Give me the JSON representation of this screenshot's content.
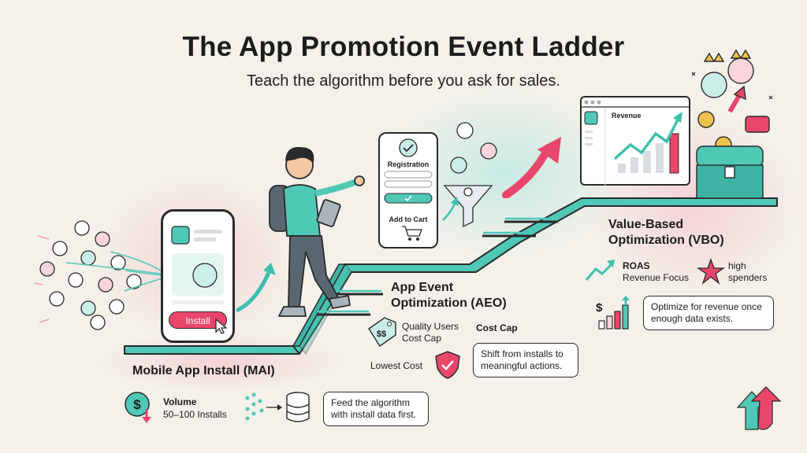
{
  "title": "The App Promotion Event Ladder",
  "subtitle": "Teach the algorithm before you ask for sales.",
  "phone": {
    "install_label": "Install"
  },
  "aeo_card": {
    "registration": "Registration",
    "add_to_cart": "Add to Cart"
  },
  "vbo_dashboard": {
    "revenue_label": "Revenue"
  },
  "stages": {
    "mai": {
      "label": "Mobile App Install (MAI)",
      "metric_title": "Volume",
      "metric_detail": "50–100 Installs",
      "tip_line1": "Feed the algorithm",
      "tip_line2": "with install data first."
    },
    "aeo": {
      "label_line1": "App Event",
      "label_line2": "Optimization (AEO)",
      "tag_line1": "Quality Users",
      "tag_line2": "Cost Cap",
      "cost_cap": "Cost Cap",
      "lowest_cost": "Lowest Cost",
      "tip_line1": "Shift from installs to",
      "tip_line2": "meaningful actions."
    },
    "vbo": {
      "label_line1": "Value-Based",
      "label_line2": "Optimization (VBO)",
      "roas": "ROAS",
      "revenue_focus": "Revenue Focus",
      "high_line1": "high",
      "high_line2": "spenders",
      "tip_line1": "Optimize for revenue once",
      "tip_line2": "enough data exists."
    }
  },
  "colors": {
    "teal": "#3dbfae",
    "pink": "#e9466b",
    "ink": "#2a2a2a"
  }
}
